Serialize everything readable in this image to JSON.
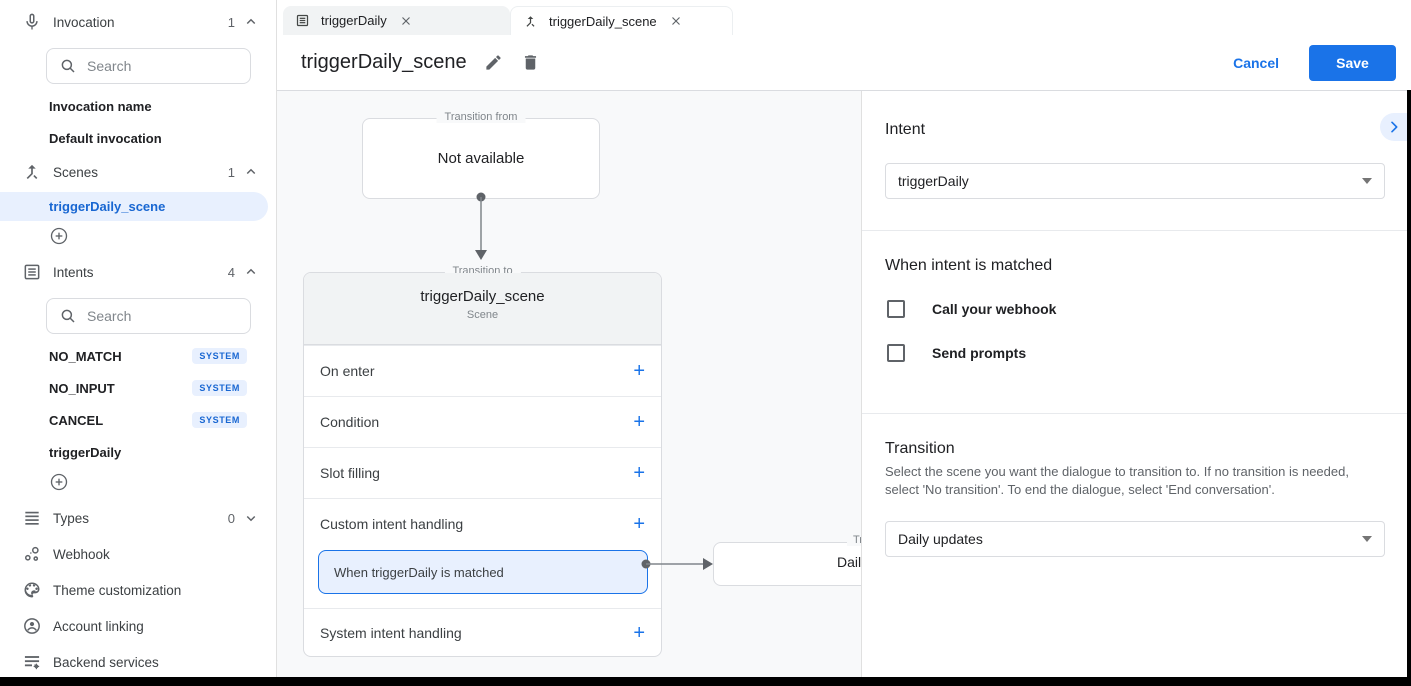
{
  "colors": {
    "accent": "#1a73e8",
    "selected_bg": "#e8f0fe",
    "badge_text": "#1967d2",
    "canvas_bg": "#f8f9fa",
    "border": "#dadce0"
  },
  "sidebar": {
    "search_placeholder": "Search",
    "invocation": {
      "label": "Invocation",
      "count": "1"
    },
    "invocation_name": "Invocation name",
    "default_invocation": "Default invocation",
    "scenes": {
      "label": "Scenes",
      "count": "1"
    },
    "scene_selected": "triggerDaily_scene",
    "intents": {
      "label": "Intents",
      "count": "4"
    },
    "intent_no_match": "NO_MATCH",
    "intent_no_input": "NO_INPUT",
    "intent_cancel": "CANCEL",
    "intent_trigger_daily": "triggerDaily",
    "system_badge": "SYSTEM",
    "types": {
      "label": "Types",
      "count": "0"
    },
    "webhook": "Webhook",
    "theme": "Theme customization",
    "account": "Account linking",
    "backend": "Backend services"
  },
  "tabs": {
    "tab1": "triggerDaily",
    "tab2": "triggerDaily_scene"
  },
  "toolbar": {
    "title": "triggerDaily_scene",
    "cancel_label": "Cancel",
    "save_label": "Save"
  },
  "canvas": {
    "transition_from_label": "Transition from",
    "not_available": "Not available",
    "transition_to_label": "Transition to",
    "scene_title": "triggerDaily_scene",
    "scene_subtitle": "Scene",
    "row_on_enter": "On enter",
    "row_condition": "Condition",
    "row_slot_filling": "Slot filling",
    "row_custom_intent": "Custom intent handling",
    "custom_handler": "When triggerDaily is matched",
    "row_system_intent": "System intent handling",
    "plus": "+",
    "target_legend_clipped": "Tr",
    "target_value_clipped": "Dail"
  },
  "panel": {
    "intent_heading": "Intent",
    "intent_value": "triggerDaily",
    "matched_heading": "When intent is matched",
    "checkbox_webhook": "Call your webhook",
    "checkbox_prompts": "Send prompts",
    "transition_heading": "Transition",
    "transition_help": "Select the scene you want the dialogue to transition to. If no transition is needed, select 'No transition'. To end the dialogue, select 'End conversation'.",
    "transition_value": "Daily updates"
  }
}
